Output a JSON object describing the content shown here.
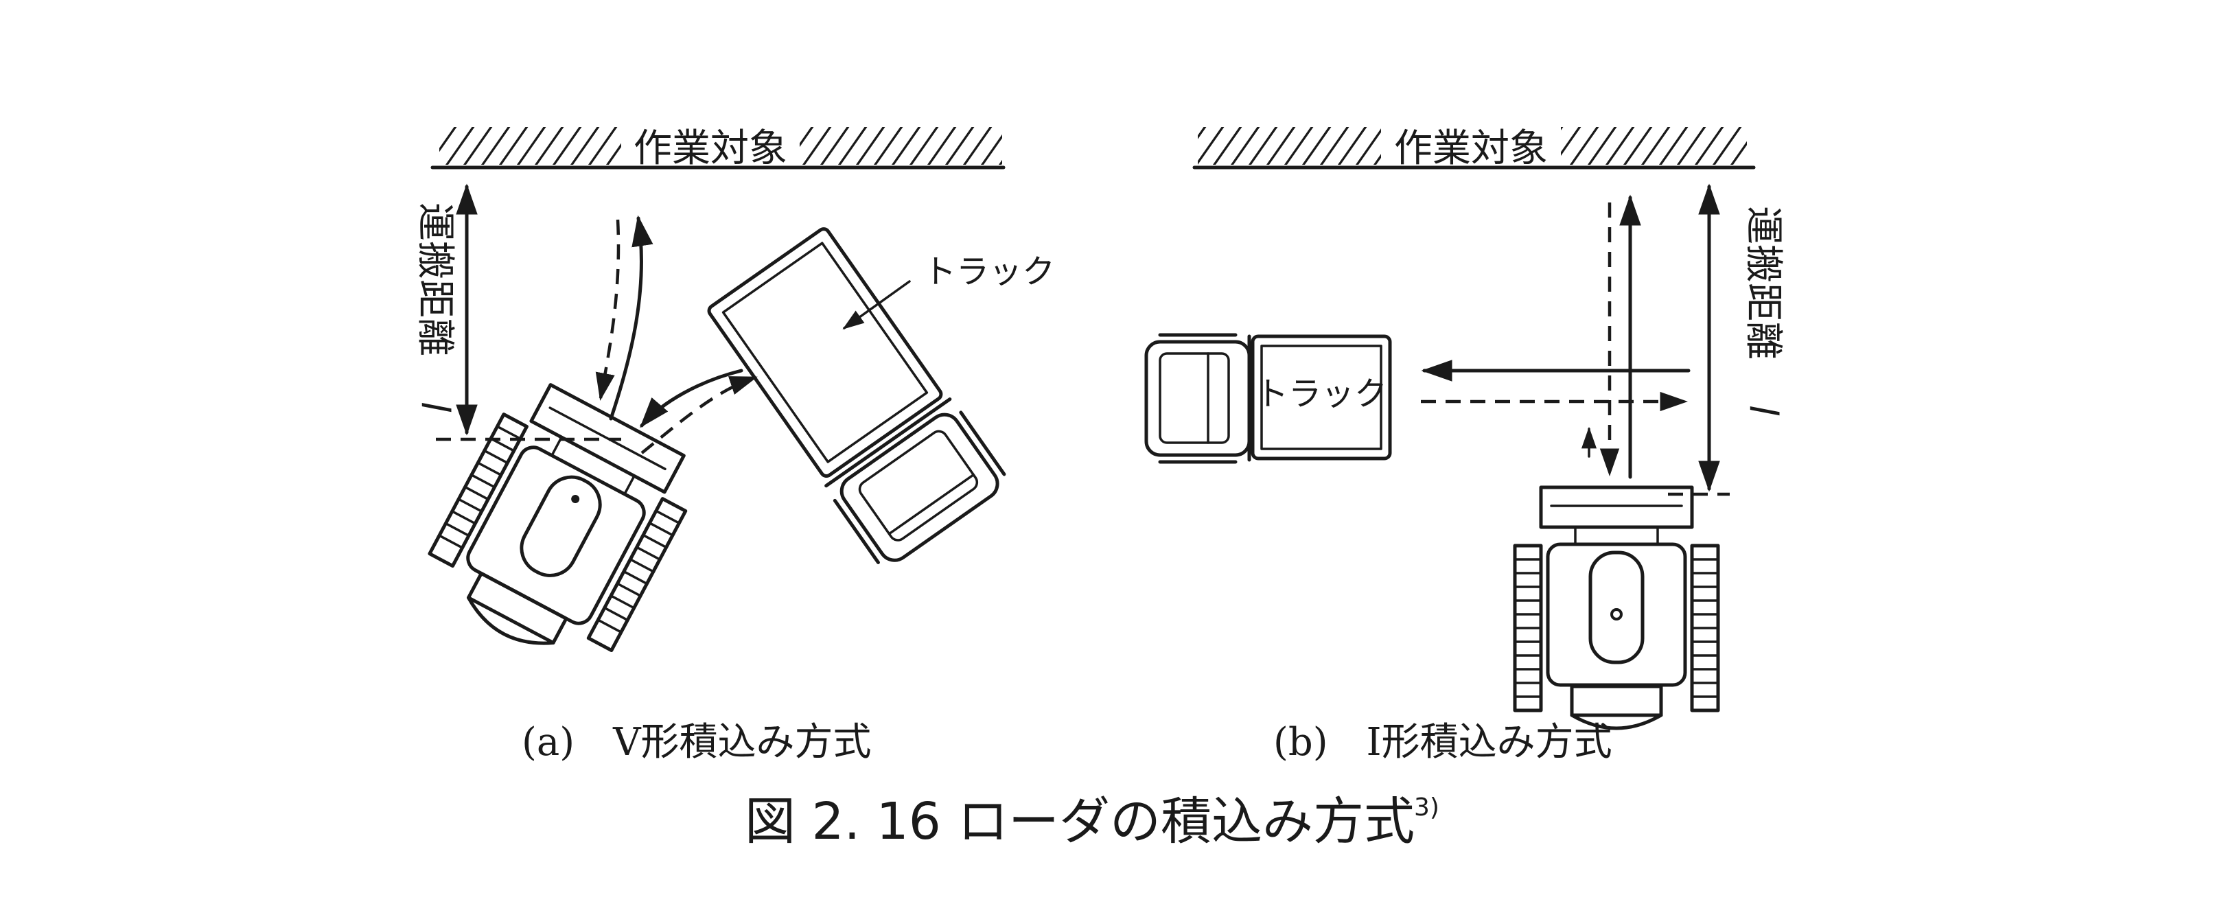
{
  "panel_a": {
    "work_target": "作業対象",
    "haul_distance": "運搬距離",
    "distance_symbol": "l",
    "truck_label": "トラック",
    "caption": "(a)　V形積込み方式",
    "elements": {
      "loader": "loader-icon",
      "truck": "truck-icon"
    }
  },
  "panel_b": {
    "work_target": "作業対象",
    "haul_distance": "運搬距離",
    "distance_symbol": "l",
    "truck_label": "トラック",
    "caption": "(b)　I形積込み方式",
    "elements": {
      "loader": "loader-icon",
      "truck": "truck-icon"
    }
  },
  "figure": {
    "number": "図 2. 16",
    "title": "ローダの積込み方式",
    "reference": "3)"
  }
}
